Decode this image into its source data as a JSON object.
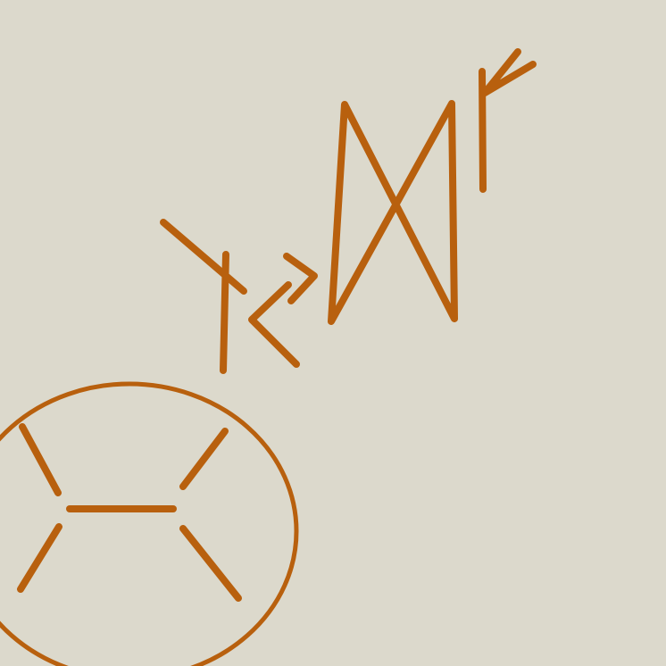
{
  "drawing": {
    "background": "#dcd9cc",
    "ink": "#b8600e",
    "figures": [
      "rune-glyph-y",
      "rune-glyph-angle-bracket",
      "rune-glyph-chevron",
      "rune-glyph-bowtie",
      "rune-glyph-arrow-hook",
      "circle-emblem"
    ]
  }
}
